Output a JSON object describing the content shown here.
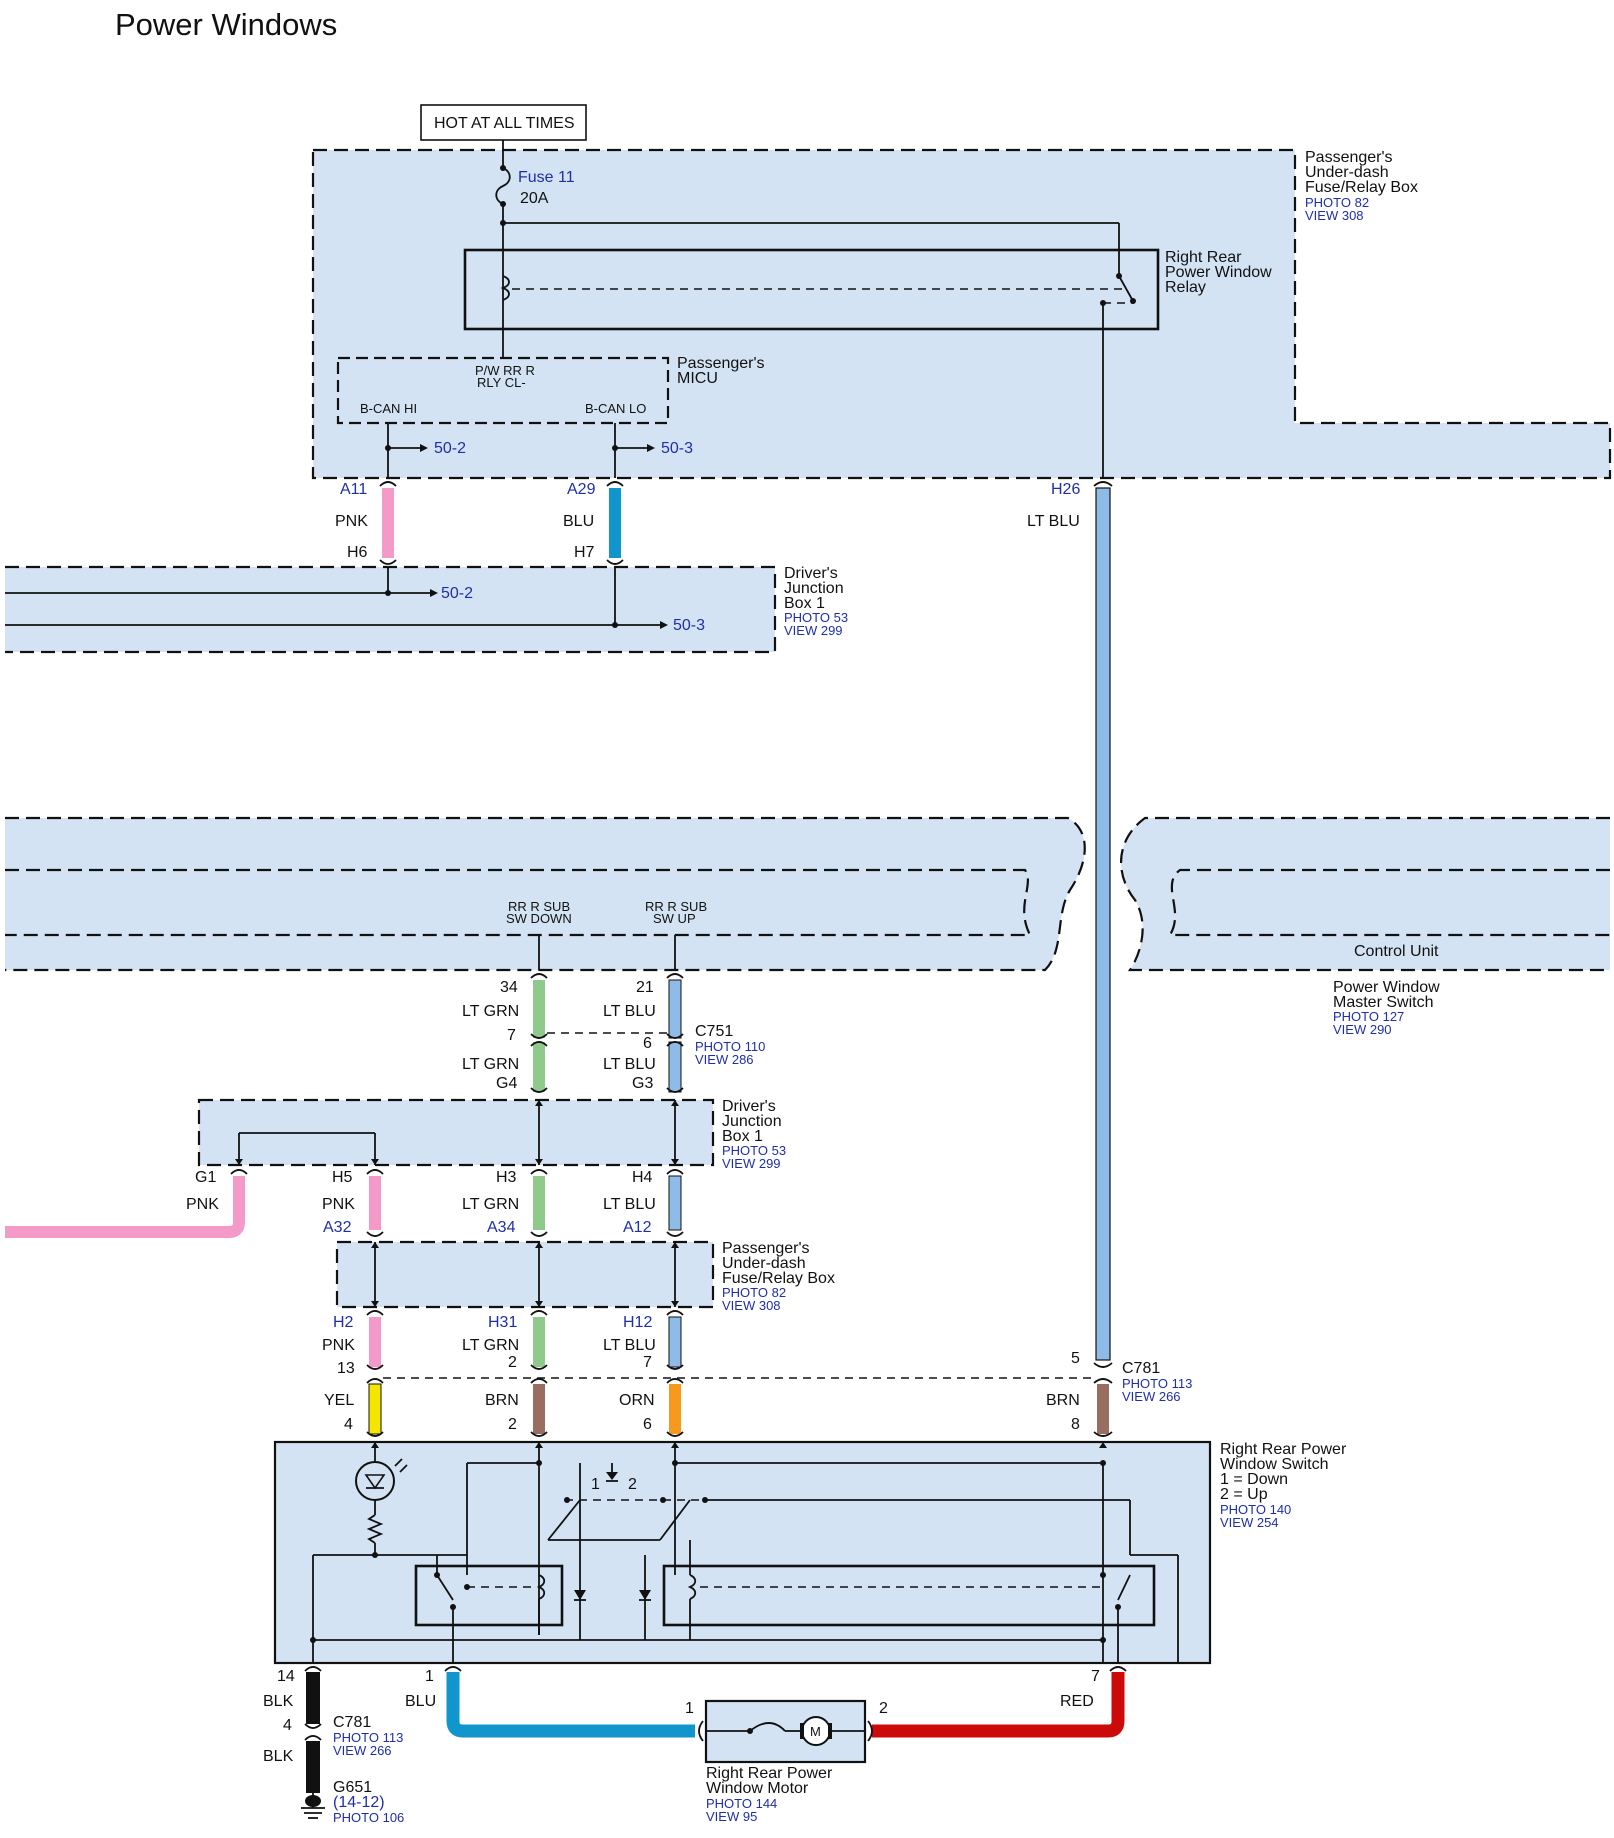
{
  "title": "Power Windows",
  "hot_at_all_times": "HOT AT ALL TIMES",
  "fuse": {
    "name": "Fuse 11",
    "rating": "20A"
  },
  "pass_box_top": {
    "name": [
      "Passenger's",
      "Under-dash",
      "Fuse/Relay Box"
    ],
    "photo": "PHOTO 82",
    "view": "VIEW 308"
  },
  "relay": {
    "name": [
      "Right Rear",
      "Power Window",
      "Relay"
    ]
  },
  "micu": {
    "name": [
      "Passenger's",
      "MICU"
    ],
    "pin_label": [
      "P/W RR R",
      "RLY CL-"
    ],
    "bcan_hi": "B-CAN HI",
    "bcan_lo": "B-CAN LO"
  },
  "refs": {
    "r502": "50-2",
    "r503": "50-3"
  },
  "top_connectors": {
    "a11": "A11",
    "a29": "A29",
    "h26": "H26",
    "pnk": "PNK",
    "blu": "BLU",
    "ltblu": "LT BLU",
    "h6": "H6",
    "h7": "H7"
  },
  "djb_top": {
    "name": [
      "Driver's",
      "Junction",
      "Box 1"
    ],
    "photo": "PHOTO 53",
    "view": "VIEW 299"
  },
  "master_switch": {
    "sw_down": [
      "RR R SUB",
      "SW DOWN"
    ],
    "sw_up": [
      "RR R SUB",
      "SW UP"
    ],
    "control_unit": "Control Unit",
    "name": [
      "Power Window",
      "Master Switch"
    ],
    "photo": "PHOTO 127",
    "view": "VIEW 290"
  },
  "c751": {
    "pin34": "34",
    "pin21": "21",
    "ltgrn": "LT GRN",
    "ltblu": "LT BLU",
    "pin7": "7",
    "pin6": "6",
    "name": "C751",
    "photo": "PHOTO 110",
    "view": "VIEW 286",
    "g4": "G4",
    "g3": "G3"
  },
  "djb_mid": {
    "name": [
      "Driver's",
      "Junction",
      "Box 1"
    ],
    "photo": "PHOTO 53",
    "view": "VIEW 299",
    "g1": "G1",
    "h5": "H5",
    "h3": "H3",
    "h4": "H4",
    "pnk": "PNK",
    "ltgrn": "LT GRN",
    "ltblu": "LT BLU",
    "a32": "A32",
    "a34": "A34",
    "a12": "A12"
  },
  "pass_box_mid": {
    "name": [
      "Passenger's",
      "Under-dash",
      "Fuse/Relay Box"
    ],
    "photo": "PHOTO 82",
    "view": "VIEW 308",
    "h2": "H2",
    "h31": "H31",
    "h12": "H12",
    "pnk": "PNK",
    "ltgrn": "LT GRN",
    "ltblu": "LT BLU"
  },
  "c781": {
    "p13": "13",
    "p2": "2",
    "p7": "7",
    "p5": "5",
    "name": "C781",
    "photo": "PHOTO 113",
    "view": "VIEW 266",
    "yel": "YEL",
    "brn": "BRN",
    "orn": "ORN",
    "brn2": "BRN",
    "p4": "4",
    "p2b": "2",
    "p6": "6",
    "p8": "8"
  },
  "rr_switch": {
    "name": [
      "Right Rear Power",
      "Window Switch",
      "1 = Down",
      "2 = Up"
    ],
    "photo": "PHOTO 140",
    "view": "VIEW 254",
    "pos1": "1",
    "pos2": "2"
  },
  "bottom": {
    "p14": "14",
    "blk": "BLK",
    "p4": "4",
    "blk2": "BLK",
    "c781": "C781",
    "c781_photo": "PHOTO 113",
    "c781_view": "VIEW 266",
    "g651": "G651",
    "g651_ref": "(14-12)",
    "g651_photo": "PHOTO 106",
    "p1": "1",
    "blu": "BLU",
    "p7": "7",
    "red": "RED",
    "m1": "1",
    "m2": "2"
  },
  "motor": {
    "name": [
      "Right Rear Power",
      "Window Motor"
    ],
    "photo": "PHOTO 144",
    "view": "VIEW 95",
    "m": "M"
  },
  "colors": {
    "pnk": "#f39ac9",
    "blu": "#1096cc",
    "ltblu": "#8fbbe9",
    "ltgrn": "#8fc98c",
    "yel": "#f5e600",
    "brn": "#9a6d63",
    "orn": "#f7991e",
    "blk": "#111111",
    "red": "#cc0a0a",
    "box_fill": "#d3e3f4"
  }
}
